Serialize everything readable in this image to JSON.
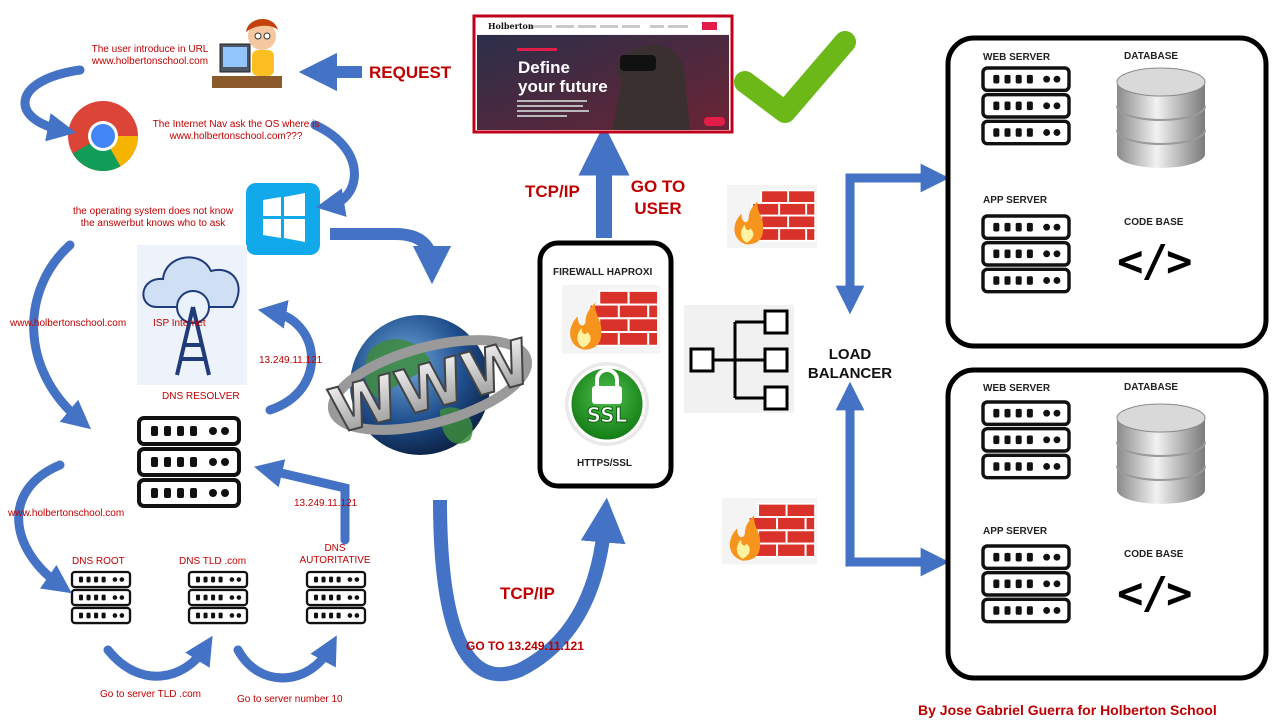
{
  "user_step": {
    "line1": "The user introduce in URL",
    "line2": "www.holbertonschool.com"
  },
  "browser_step": {
    "line1": "The Internet Nav ask the OS where is",
    "line2": "www.holbertonschool.com???"
  },
  "os_step": {
    "line1": "the operating system does not know",
    "line2": "the answerbut knows who to ask"
  },
  "request_label": "REQUEST",
  "website": {
    "brand": "Holberton",
    "headline1": "Define",
    "headline2": "your future"
  },
  "resolver": {
    "isp_label": "ISP Internet",
    "dns_resolver_label": "DNS RESOLVER",
    "ip_return_1": "13.249.11.121",
    "ip_return_2": "13.249.11.121",
    "left_url_1": "www.holbertonschool.com",
    "left_url_2": "www.holbertonschool.com"
  },
  "dns_servers": {
    "root": "DNS ROOT",
    "tld": "DNS TLD  .com",
    "authoritative_1": "DNS",
    "authoritative_2": "AUTORITATIVE",
    "go_tld": "Go to server TLD .com",
    "go_number": "Go to server number 10"
  },
  "www_label": "WWW",
  "tcp_bottom": "TCP/IP",
  "go_to_ip": "GO TO 13.249.11.121",
  "tcp_top": "TCP/IP",
  "go_to_user_1": "GO TO",
  "go_to_user_2": "USER",
  "firewall_box": {
    "title": "FIREWALL HAPROXI",
    "ssl": "SSL",
    "https_label": "HTTPS/SSL"
  },
  "load_balancer": {
    "line1": "LOAD",
    "line2": "BALANCER"
  },
  "server_group_top": {
    "web_server": "WEB  SERVER",
    "database": "DATABASE",
    "app_server": "APP SERVER",
    "code_base": "CODE BASE"
  },
  "server_group_bottom": {
    "web_server": "WEB  SERVER",
    "database": "DATABASE",
    "app_server": "APP SERVER",
    "code_base": "CODE BASE"
  },
  "code_glyph": "</>",
  "credit": "By Jose Gabriel Guerra for Holberton School",
  "colors": {
    "arrow_blue": "#4472c4",
    "label_red": "#c00000",
    "check_green": "#6bb818",
    "firewall_red": "#d9322a",
    "windows_blue": "#12a9ea"
  }
}
